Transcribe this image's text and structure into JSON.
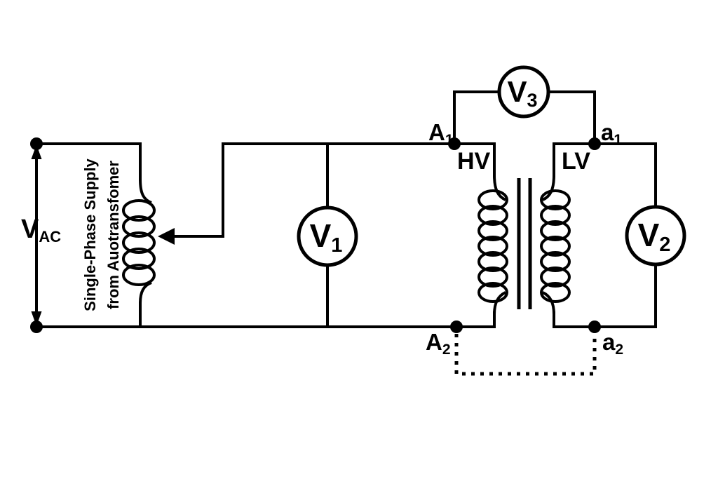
{
  "source": {
    "vac_main": "V",
    "vac_sub": "AC",
    "supply_line1": "Single-Phase Supply",
    "supply_line2": "from Auotransfomer"
  },
  "meters": {
    "v1": {
      "label": "V",
      "sub": "1"
    },
    "v2": {
      "label": "V",
      "sub": "2"
    },
    "v3": {
      "label": "V",
      "sub": "3"
    }
  },
  "transformer": {
    "hv_label": "HV",
    "lv_label": "LV",
    "terminals": {
      "hv_top": {
        "label": "A",
        "sub": "1"
      },
      "hv_bottom": {
        "label": "A",
        "sub": "2"
      },
      "lv_top": {
        "label": "a",
        "sub": "1"
      },
      "lv_bottom": {
        "label": "a",
        "sub": "2"
      }
    }
  },
  "colors": {
    "wire": "#000000",
    "background": "#ffffff"
  }
}
